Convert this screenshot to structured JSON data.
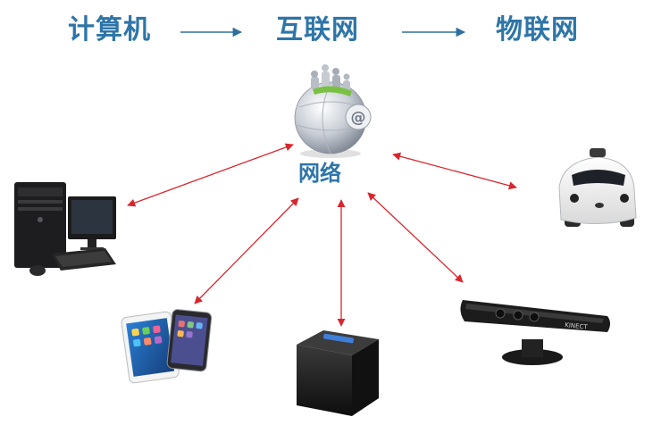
{
  "headings": [
    {
      "text": "计算机"
    },
    {
      "text": "互联网"
    },
    {
      "text": "物联网"
    }
  ],
  "center": {
    "label": "网络",
    "icon": "globe-network-icon"
  },
  "devices": [
    {
      "name": "desktop-computer",
      "icon": "desktop-computer-icon"
    },
    {
      "name": "tablets",
      "icon": "tablet-icon"
    },
    {
      "name": "storage-box",
      "icon": "storage-box-icon"
    },
    {
      "name": "kinect-sensor",
      "icon": "kinect-sensor-icon",
      "brand_text": "KINECT"
    },
    {
      "name": "self-driving-car",
      "icon": "self-driving-car-icon"
    }
  ],
  "colors": {
    "heading": "#2e75a8",
    "center_label": "#2e75a8",
    "connector": "#d9262e",
    "progression_arrow": "#2e6fa0"
  }
}
